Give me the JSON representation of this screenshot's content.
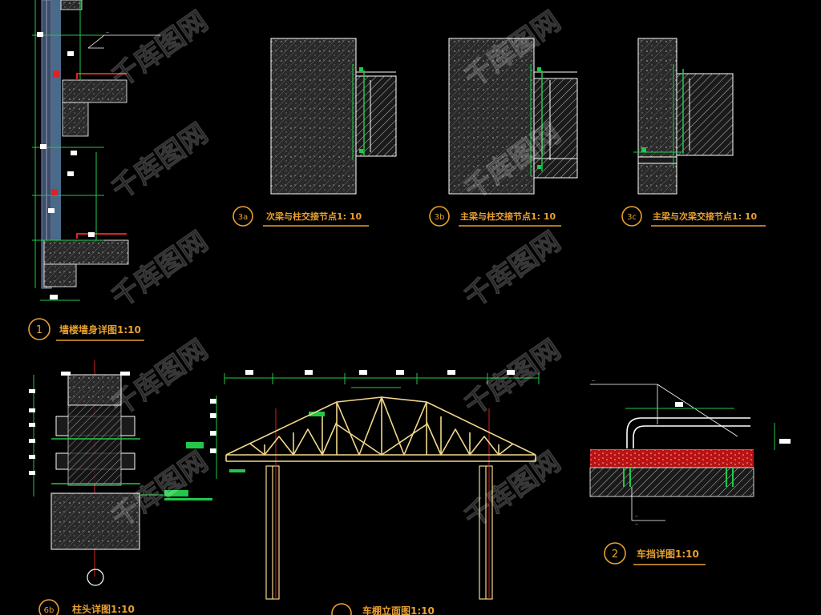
{
  "drawing": {
    "details": [
      {
        "id": "detail-3a",
        "num": "3a",
        "title": "次梁与柱交接节点1: 10"
      },
      {
        "id": "detail-3b",
        "num": "3b",
        "title": "主梁与柱交接节点1: 10"
      },
      {
        "id": "detail-3c",
        "num": "3c",
        "title": "主梁与次梁交接节点1: 10"
      },
      {
        "id": "detail-1",
        "num": "1",
        "title": "墙楼墙身详图1:10"
      },
      {
        "id": "detail-2",
        "num": "2",
        "title": "车挡详图1:10"
      },
      {
        "id": "detail-6b",
        "num": "6b",
        "title": "柱头详图1:10"
      },
      {
        "id": "detail-elev",
        "num": "",
        "title": "车棚立面图1:10"
      }
    ],
    "watermark": "千库图网"
  },
  "colors": {
    "background": "#000000",
    "concrete": "#8a8a8a",
    "hatch": "#ffffff",
    "green": "#22c84a",
    "label": "#e8a030",
    "truss": "#f2d88a",
    "axis": "#d42020",
    "red_layer": "#b81414",
    "wall": "#4a6a8a"
  }
}
